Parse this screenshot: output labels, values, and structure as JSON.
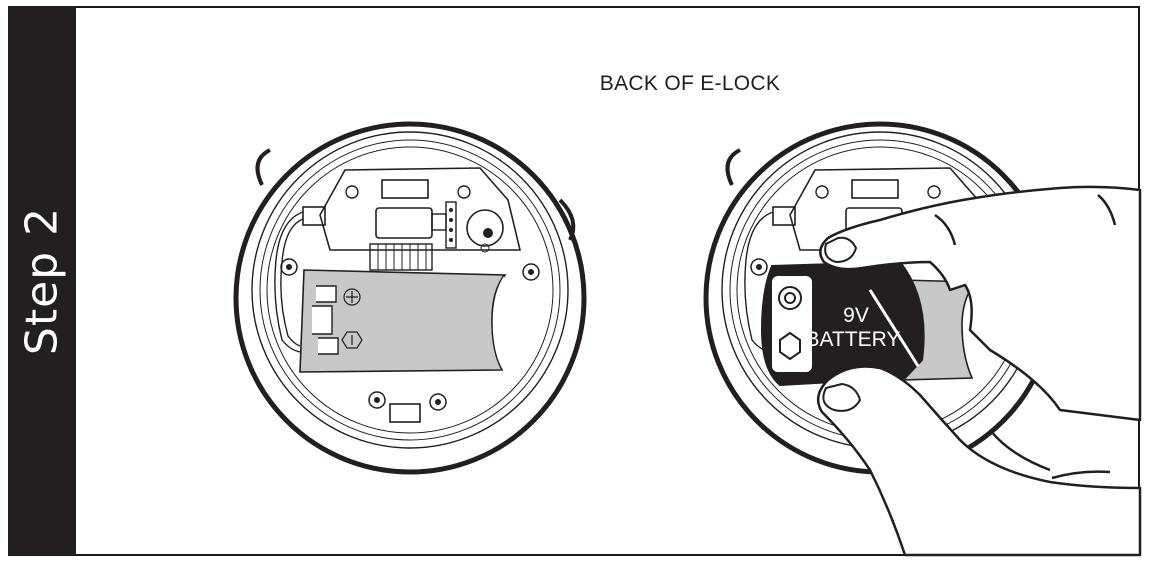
{
  "step": {
    "label": "Step 2"
  },
  "diagram": {
    "heading": "BACK OF E-LOCK",
    "battery_voltage_label": "9V",
    "battery_word_label": "BATTERY",
    "battery_colors": {
      "body": "#231f20",
      "compartment": "#c8c8c8"
    }
  }
}
